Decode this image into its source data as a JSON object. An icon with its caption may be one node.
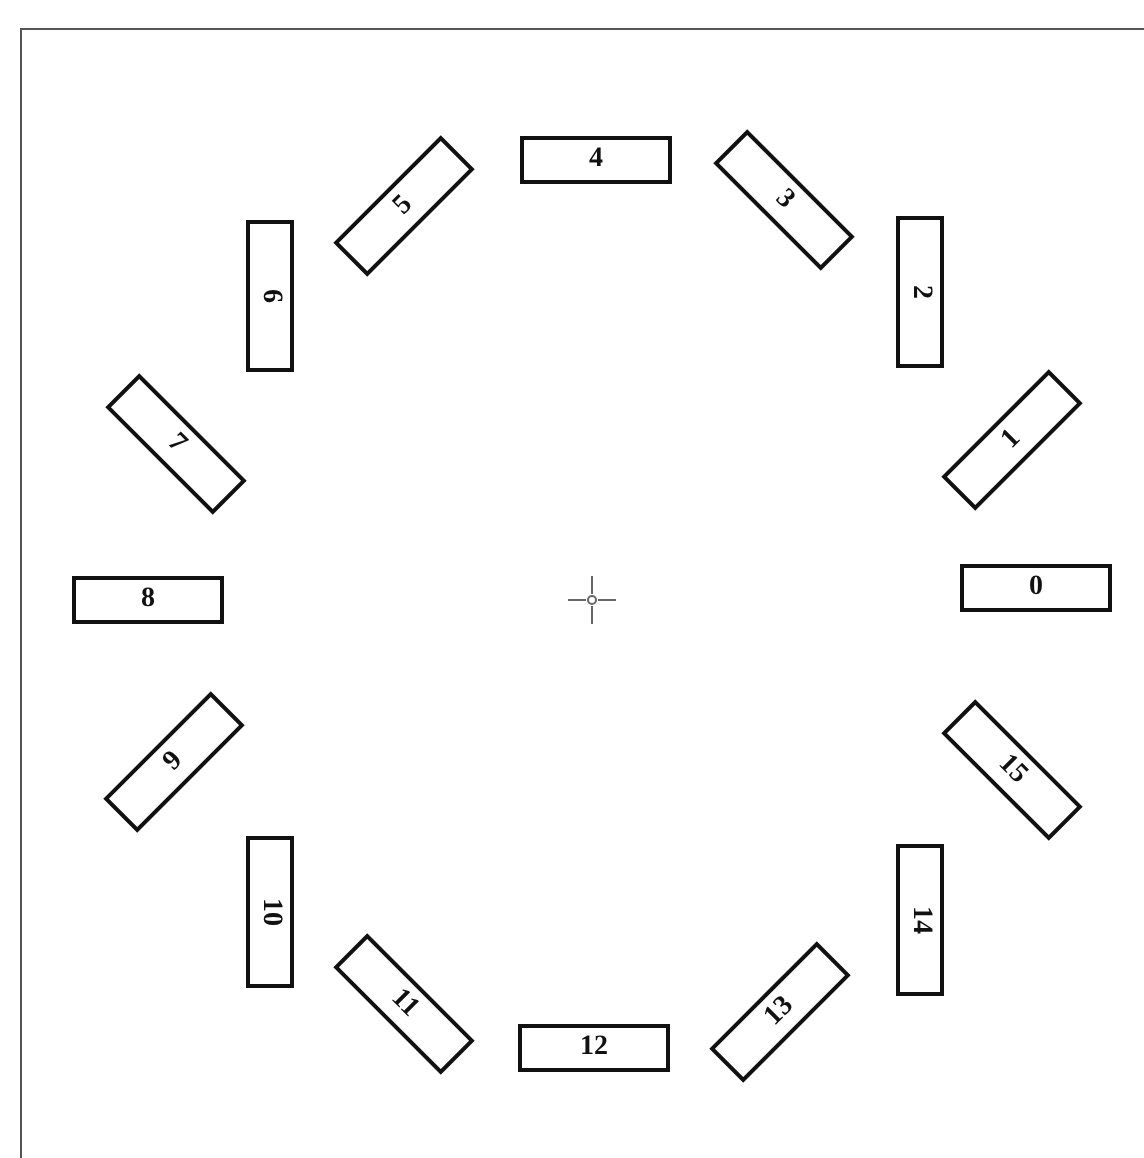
{
  "diagram": {
    "nodes": [
      {
        "text": [
          "0"
        ]
      },
      {
        "text": [
          "1"
        ]
      },
      {
        "text": [
          "2"
        ]
      },
      {
        "text": [
          "3"
        ]
      },
      {
        "text": [
          "4"
        ]
      },
      {
        "text": [
          "5"
        ]
      },
      {
        "text": [
          "6"
        ]
      },
      {
        "text": [
          "7"
        ]
      },
      {
        "text": [
          "8"
        ]
      },
      {
        "text": [
          "9"
        ]
      },
      {
        "text": [
          "10"
        ]
      },
      {
        "text": [
          "11"
        ]
      },
      {
        "text": [
          "12"
        ]
      },
      {
        "text": [
          "13"
        ]
      },
      {
        "text": [
          "14"
        ]
      },
      {
        "text": [
          "15"
        ]
      }
    ]
  }
}
